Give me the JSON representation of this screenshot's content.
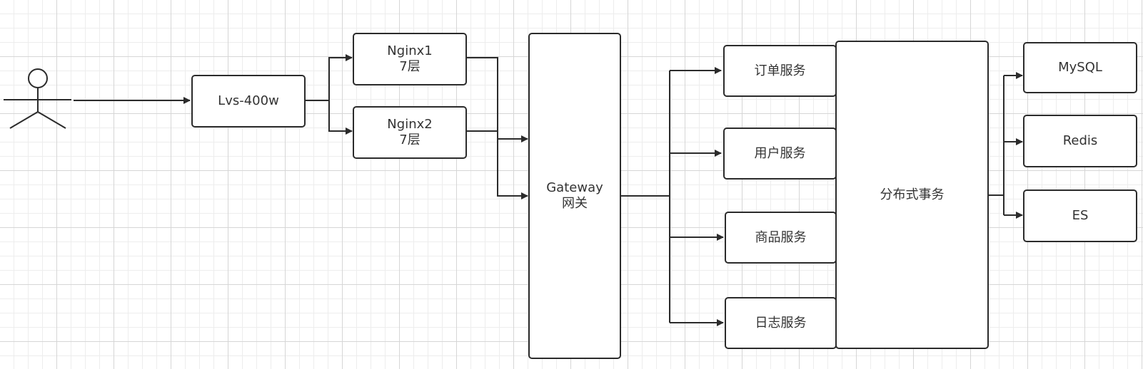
{
  "diagram": {
    "actor": {
      "label": ""
    },
    "lvs": {
      "label": "Lvs-400w"
    },
    "nginx1": {
      "name": "Nginx1",
      "layer": "7层"
    },
    "nginx2": {
      "name": "Nginx2",
      "layer": "7层"
    },
    "gateway": {
      "name": "Gateway",
      "subtitle": "网关"
    },
    "services": [
      {
        "label": "订单服务"
      },
      {
        "label": "用户服务"
      },
      {
        "label": "商品服务"
      },
      {
        "label": "日志服务"
      }
    ],
    "transaction": {
      "label": "分布式事务"
    },
    "stores": [
      {
        "label": "MySQL"
      },
      {
        "label": "Redis"
      },
      {
        "label": "ES"
      }
    ],
    "colors": {
      "stroke": "#2b2b2b",
      "text": "#333333",
      "grid_major": "#d6d6d6",
      "grid_minor": "#ededed"
    }
  }
}
